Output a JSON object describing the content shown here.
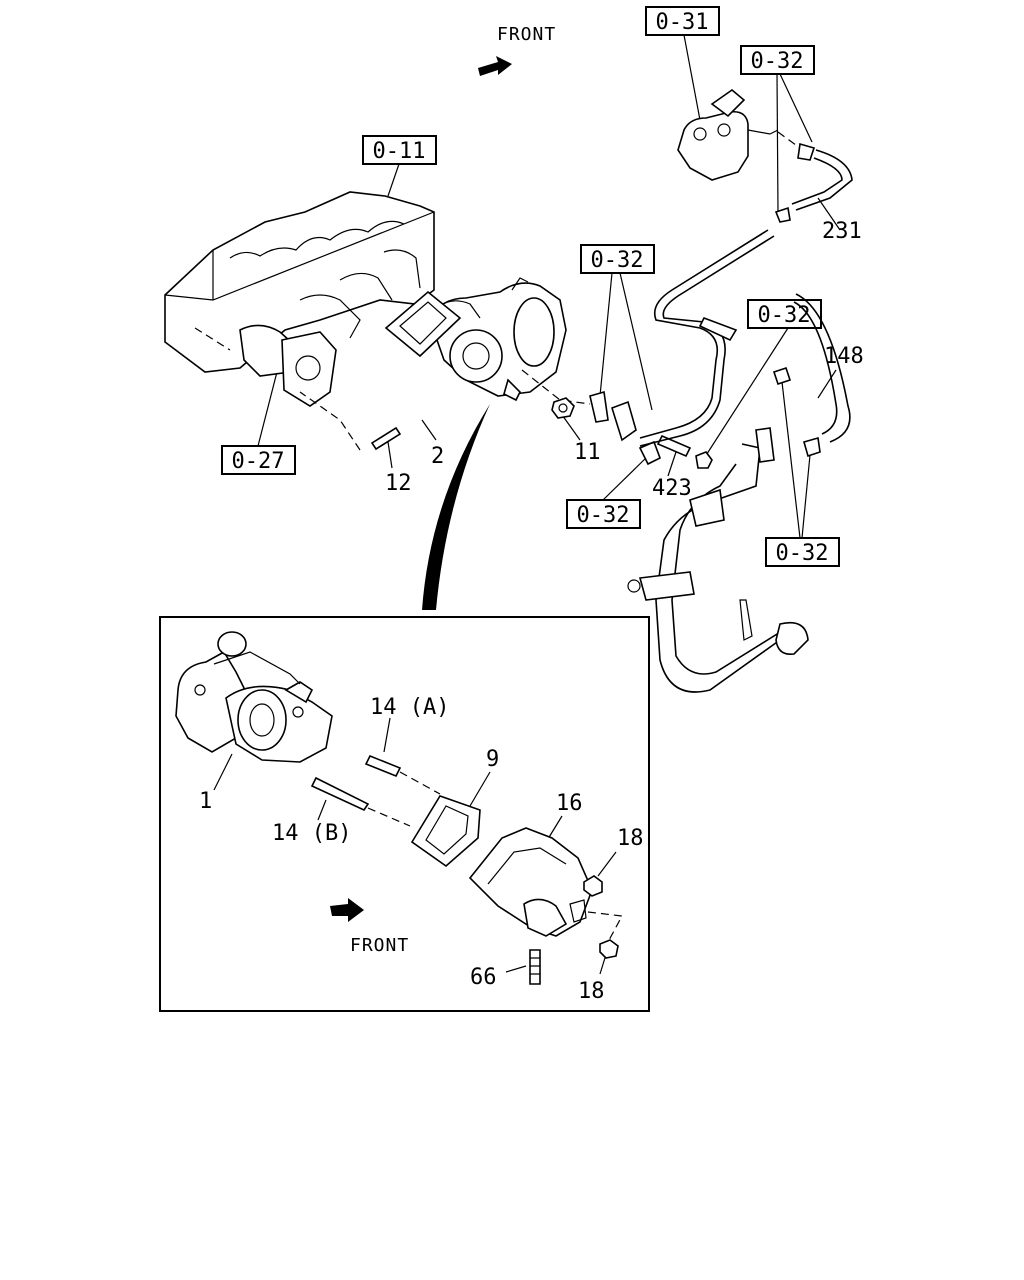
{
  "front_labels": [
    "FRONT",
    "FRONT"
  ],
  "references": [
    "0-31",
    "0-32",
    "0-11",
    "0-32",
    "0-32",
    "0-27",
    "0-32",
    "0-32"
  ],
  "part_numbers": [
    "231",
    "148",
    "11",
    "423",
    "2",
    "12",
    "14 (A)",
    "9",
    "16",
    "18",
    "1",
    "14 (B)",
    "18",
    "66"
  ],
  "colors": {
    "ink": "#000000",
    "paper": "#ffffff"
  }
}
